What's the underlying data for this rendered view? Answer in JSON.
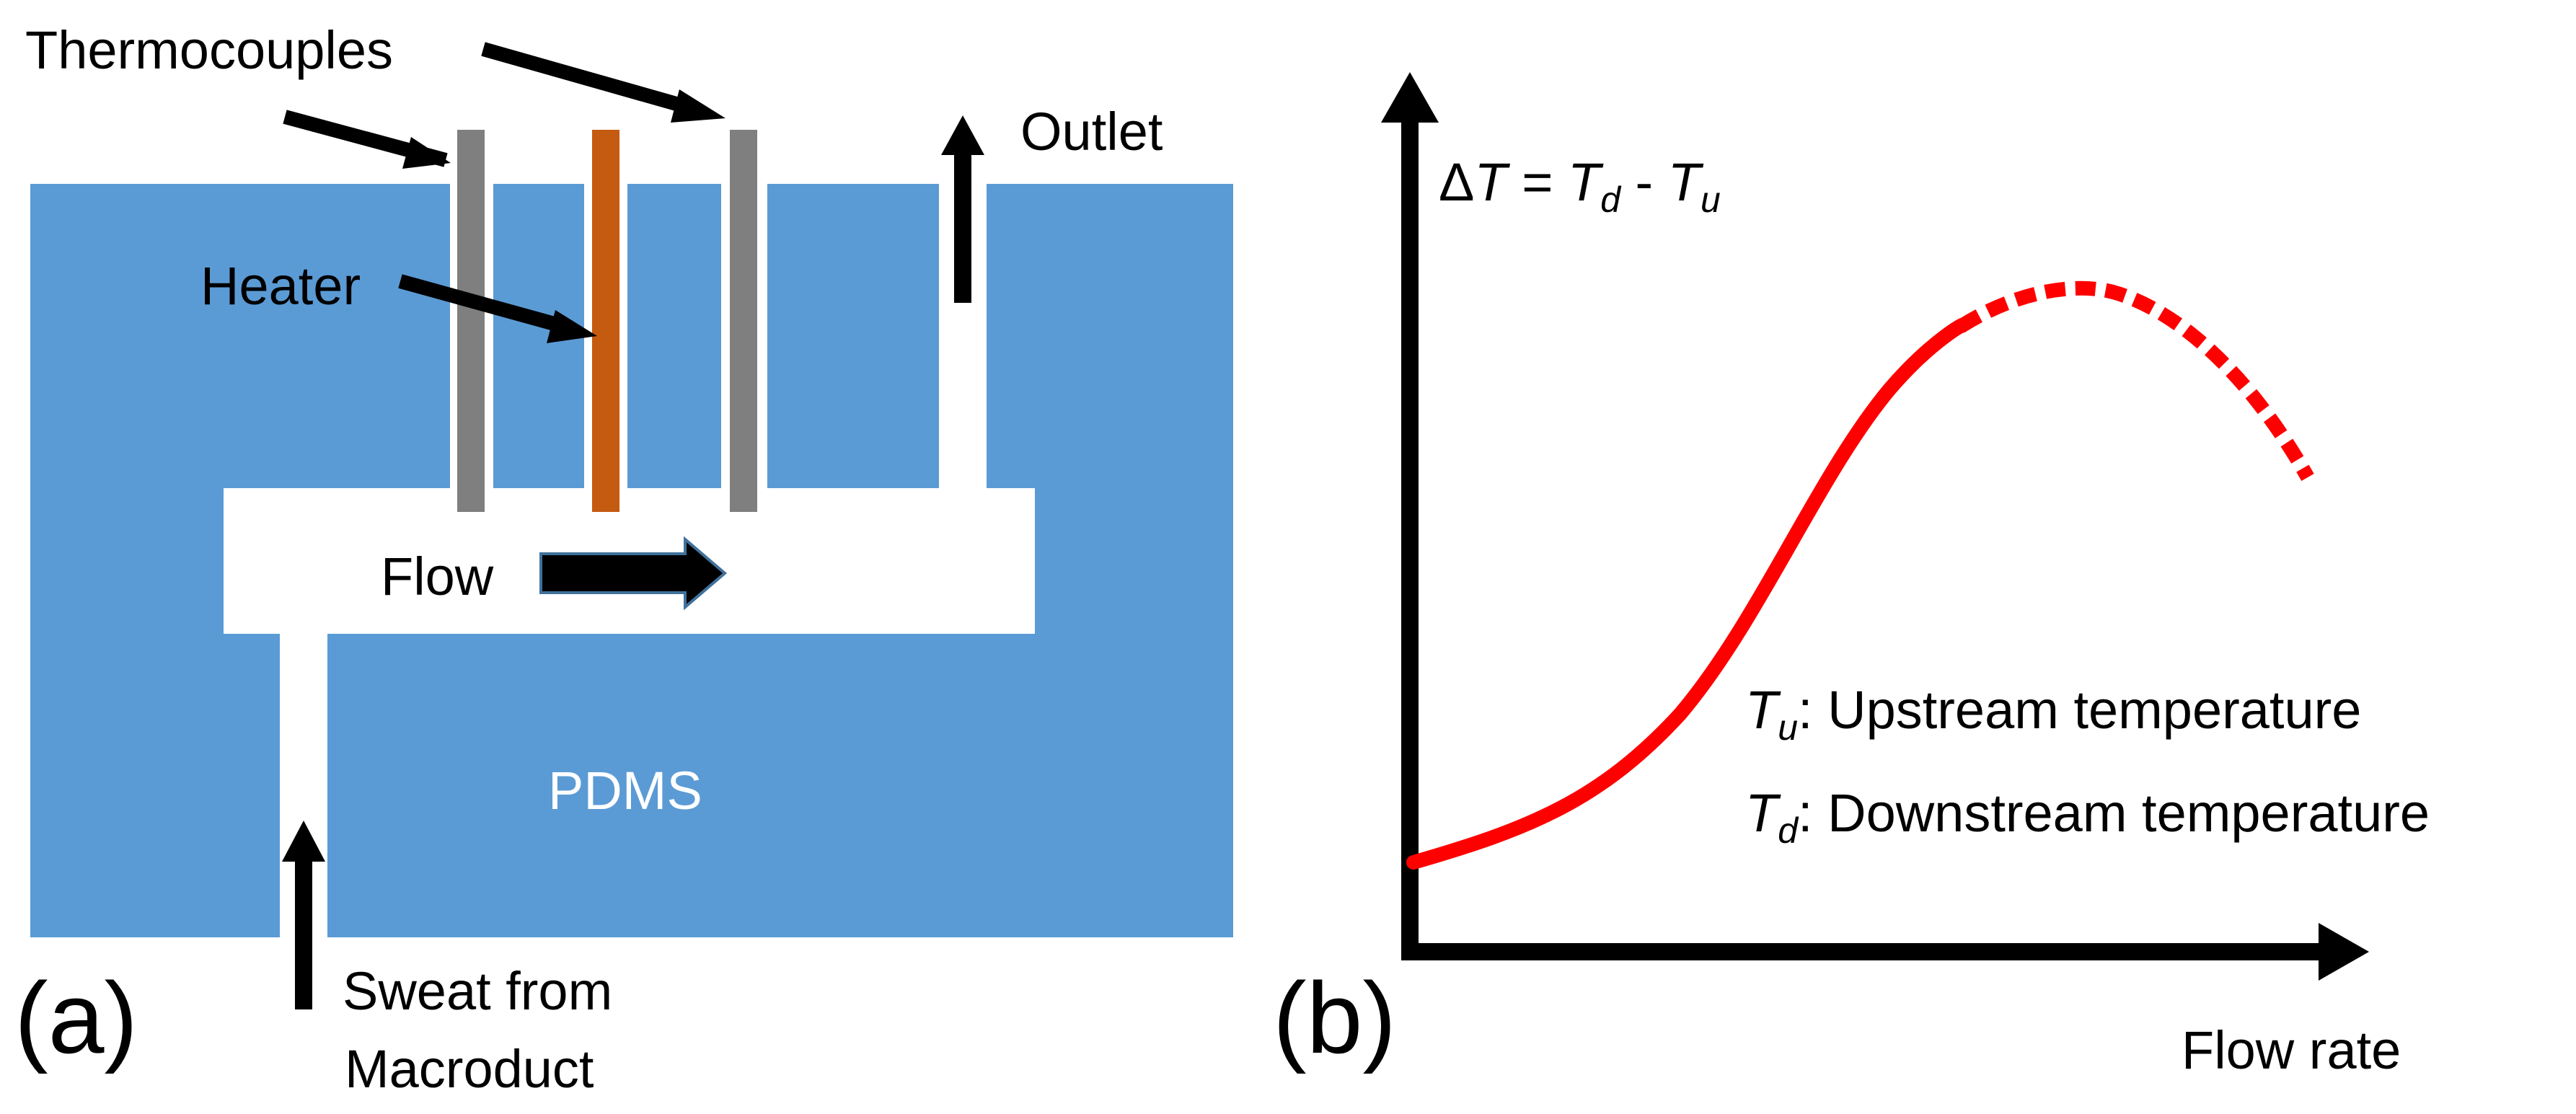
{
  "colors": {
    "pdms": "#5b9bd5",
    "thermocouple": "#7f7f7f",
    "heater": "#c55a11",
    "curve": "#ff0000",
    "arrow": "#000000",
    "flow_arrow_border": "#41719c"
  },
  "panel_a": {
    "label": "(a)",
    "thermocouples_label": "Thermocouples",
    "heater_label": "Heater",
    "outlet_label": "Outlet",
    "flow_label": "Flow",
    "pdms_label": "PDMS",
    "sweat_label_line1": "Sweat from",
    "sweat_label_line2": "Macroduct"
  },
  "panel_b": {
    "label": "(b)",
    "y_axis_label": {
      "delta": "Δ",
      "T1": "T",
      "eq": " = ",
      "T2": "T",
      "sub_d": "d",
      "minus": " - ",
      "T3": "T",
      "sub_u": "u"
    },
    "x_axis_label": "Flow rate",
    "legend_tu": {
      "symbol": "T",
      "subscript": "u",
      "text": ": Upstream temperature"
    },
    "legend_td": {
      "symbol": "T",
      "subscript": "d",
      "text": ": Downstream temperature"
    }
  }
}
